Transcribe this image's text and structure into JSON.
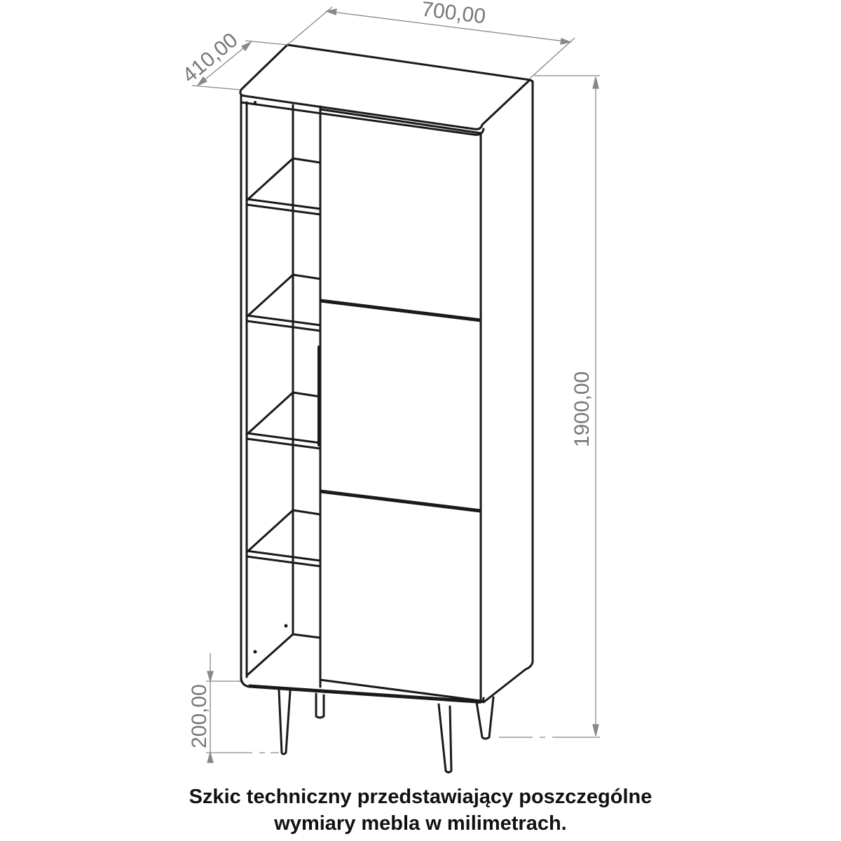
{
  "dimensions": {
    "width": "700,00",
    "depth": "410,00",
    "height": "1900,00",
    "leg_height": "200,00"
  },
  "caption": {
    "line1": "Szkic techniczny przedstawiający poszczególne",
    "line2": "wymiary mebla w milimetrach."
  },
  "colors": {
    "outline": "#1a1a1a",
    "dimension": "#888888",
    "background": "#ffffff"
  }
}
